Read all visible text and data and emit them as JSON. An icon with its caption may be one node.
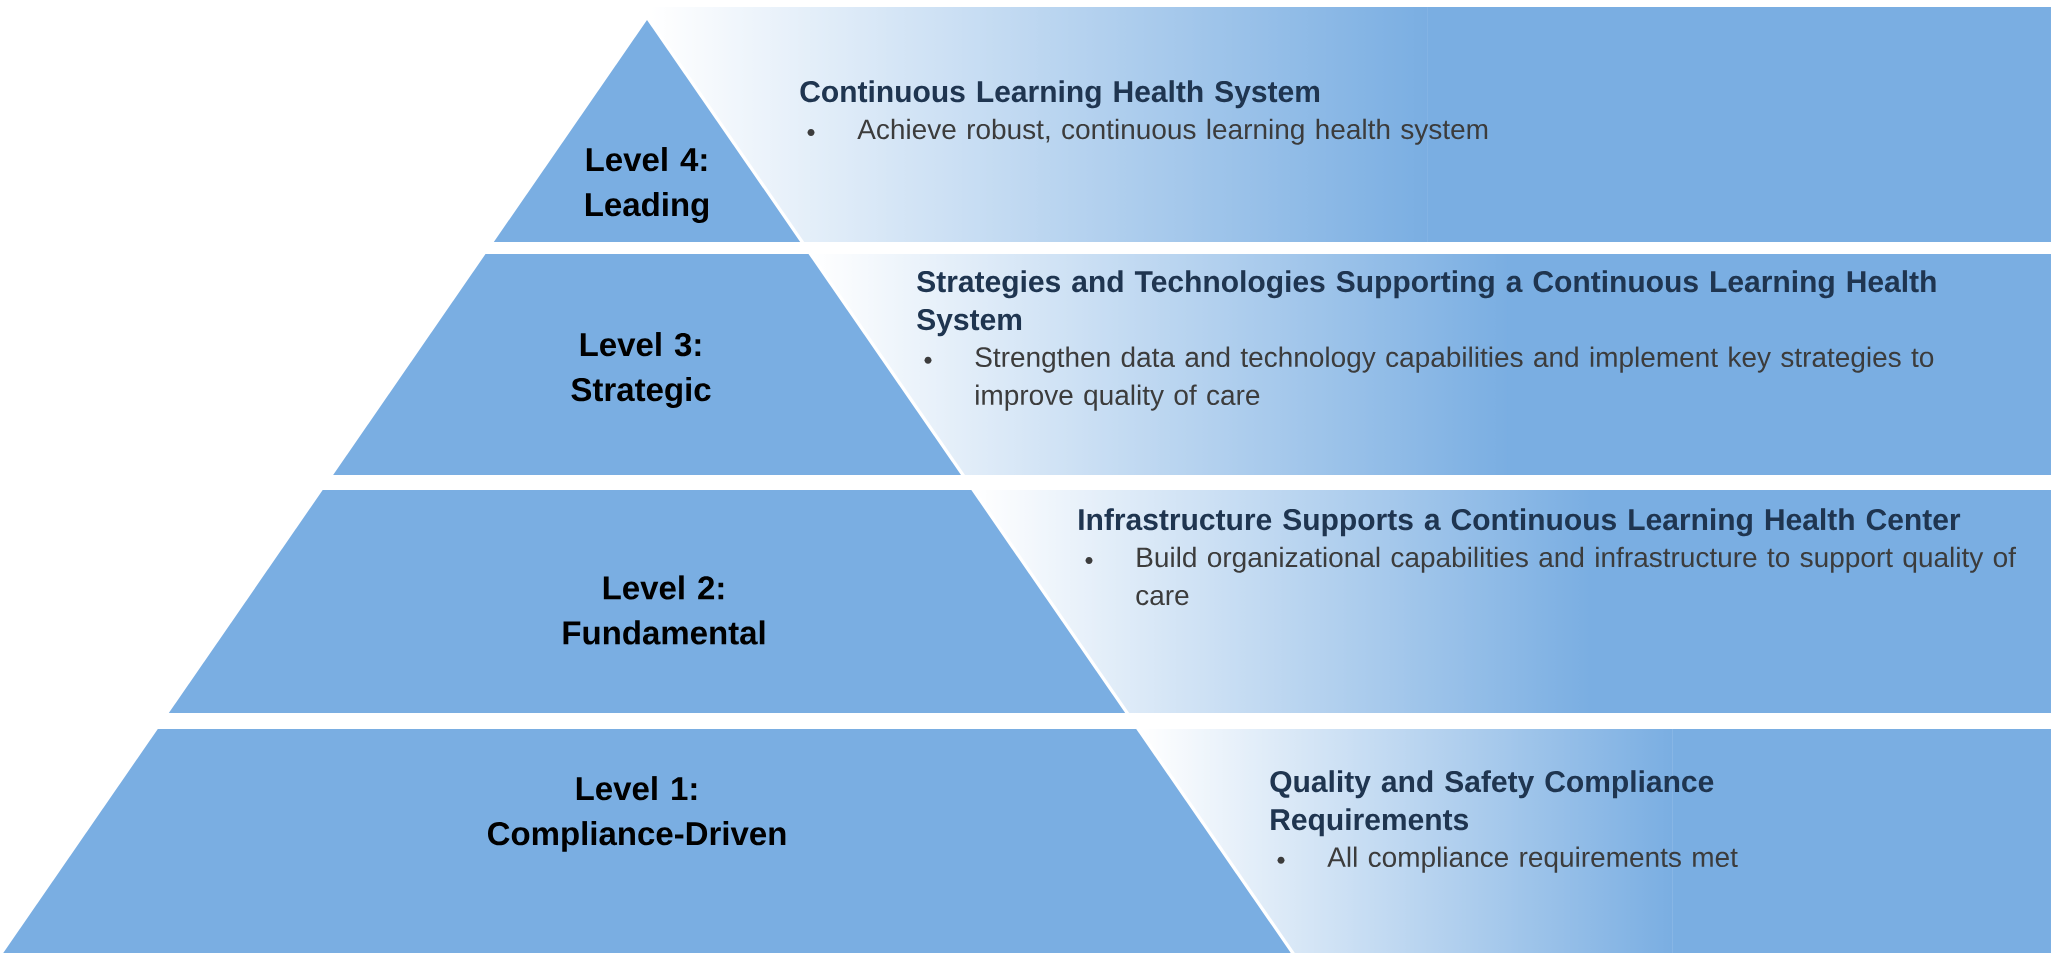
{
  "diagram": {
    "nodes": [
      {
        "text": [
          "Level 4: Leading"
        ]
      },
      {
        "text": [
          "Continuous Learning Health System",
          "Achieve robust, continuous learning health system"
        ]
      },
      {
        "text": [
          "Level 3: Strategic"
        ]
      },
      {
        "text": [
          "Strategies and Technologies Supporting a Continuous Learning Health System",
          "Strengthen data and technology capabilities and implement key strategies to improve quality of care"
        ]
      },
      {
        "text": [
          "Level 2: Fundamental"
        ]
      },
      {
        "text": [
          "Infrastructure Supports a Continuous Learning Health Center",
          "Build organizational capabilities and infrastructure to support quality of care"
        ]
      },
      {
        "text": [
          "Level 1: Compliance-Driven"
        ]
      },
      {
        "text": [
          "Quality and Safety Compliance Requirements",
          "All compliance requirements met"
        ]
      }
    ]
  }
}
